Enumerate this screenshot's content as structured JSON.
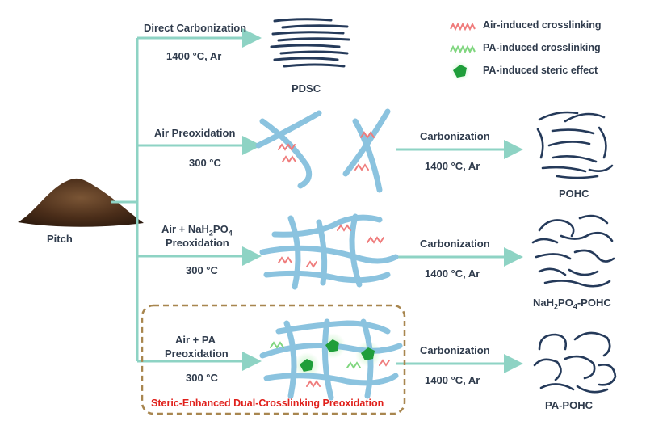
{
  "colors": {
    "arrow": "#8ed3c4",
    "fiber": "#8bc3df",
    "air_link": "#ef7c7c",
    "pa_link": "#7fd67e",
    "steric": "#1f9e3a",
    "carbon": "#253a5a",
    "box": "#a8864f",
    "highlight_text": "#e0201b"
  },
  "legend": {
    "air": "Air-induced crosslinking",
    "pa": "PA-induced crosslinking",
    "steric": "PA-induced steric effect"
  },
  "start": {
    "label": "Pitch"
  },
  "routes": [
    {
      "step1": "Direct Carbonization",
      "cond1": "1400 °C, Ar",
      "product": "PDSC"
    },
    {
      "step1": "Air Preoxidation",
      "cond1": "300 °C",
      "step2": "Carbonization",
      "cond2": "1400 °C, Ar",
      "product": "POHC"
    },
    {
      "step1_a": "Air + NaH",
      "step1_b": "PO",
      "step1_c": " Preoxidation",
      "cond1": "300 °C",
      "step2": "Carbonization",
      "cond2": "1400 °C, Ar",
      "product_a": "NaH",
      "product_b": "PO",
      "product_c": "-POHC"
    },
    {
      "step1_line1": "Air + PA",
      "step1_line2": "Preoxidation",
      "cond1": "300 °C",
      "step2": "Carbonization",
      "cond2": "1400 °C, Ar",
      "product": "PA-POHC"
    }
  ],
  "highlight": "Steric-Enhanced Dual-Crosslinking Preoxidation"
}
